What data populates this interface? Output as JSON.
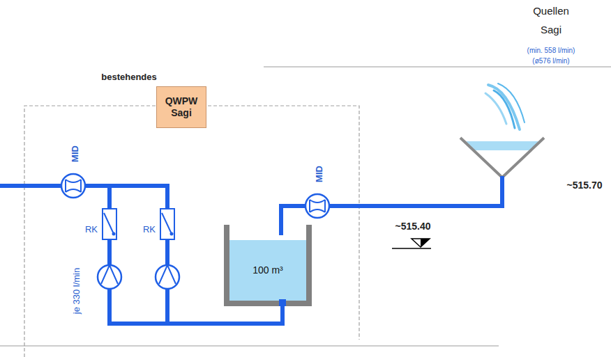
{
  "diagram": {
    "nodes": [
      {
        "text": [
          "QWPW Sagi"
        ]
      },
      {
        "text": [
          "100 m³"
        ]
      }
    ],
    "labels": [
      "bestehendes",
      "MID",
      "RK",
      "RK",
      "je 330 l/min",
      "MID",
      "Quellen Sagi",
      "(min. 558 l/min)",
      "(ø576 l/min)",
      "~515.70",
      "~515.40"
    ]
  }
}
